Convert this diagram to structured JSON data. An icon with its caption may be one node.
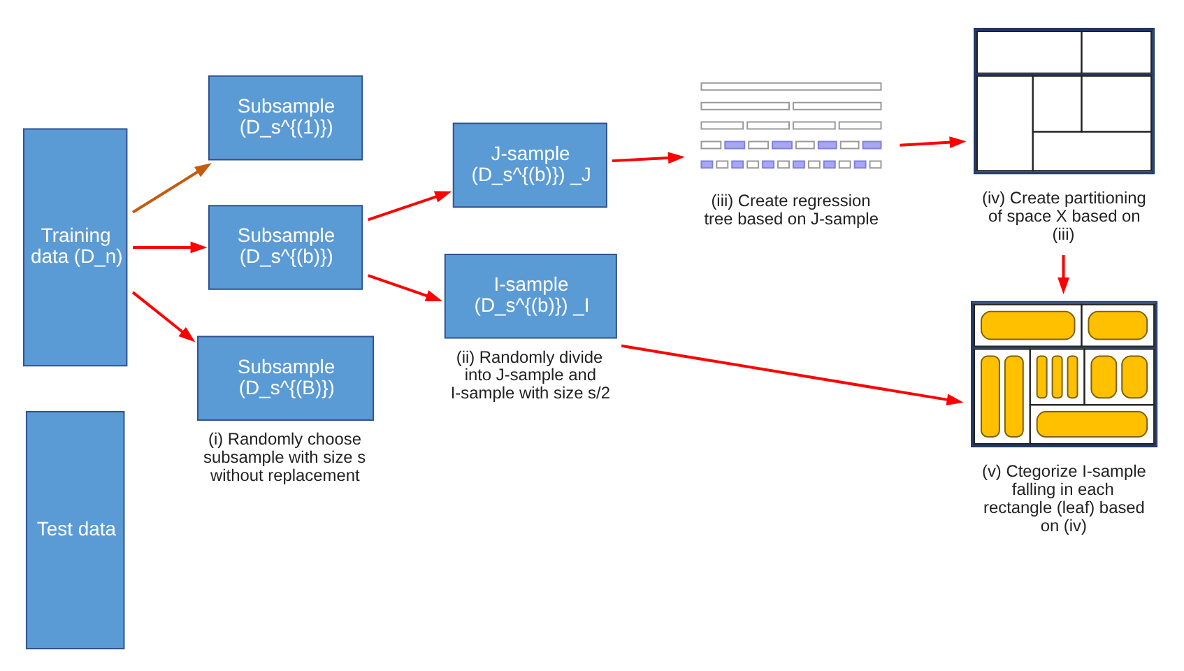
{
  "diagram": {
    "nodes": [
      {
        "text": [
          "Training data (D_n)"
        ]
      },
      {
        "text": [
          "Test data"
        ]
      },
      {
        "text": [
          "Subsample (D_s^{(1)})"
        ]
      },
      {
        "text": [
          "Subsample (D_s^{(b)})"
        ]
      },
      {
        "text": [
          "Subsample (D_s^{(B)})"
        ],
        "beside": [
          "(i) Randomly choose subsample with size s without replacement"
        ]
      },
      {
        "text": [
          "J-sample (D_s^{(b)}) _J"
        ]
      },
      {
        "text": [
          "I-sample (D_s^{(b)}) _I"
        ],
        "beside": [
          "(ii) Randomly divide into J-sample and I-sample with size s/2"
        ]
      },
      {
        "text": [],
        "shape": "picture",
        "beside": [
          "(iii) Create regression tree based on J-sample"
        ]
      },
      {
        "text": [],
        "shape": "picture",
        "beside": [
          "(iv) Create partitioning of space X based on (iii)"
        ]
      },
      {
        "text": [],
        "shape": "picture",
        "beside": [
          "(v) Ctegorize I-sample falling in each rectangle (leaf) based on (iv)"
        ]
      }
    ],
    "edges": [
      {
        "from": 0,
        "to": 2,
        "arrow": "to",
        "color": "#c55a11"
      },
      {
        "from": 0,
        "to": 3,
        "arrow": "to"
      },
      {
        "from": 0,
        "to": 4,
        "arrow": "to"
      },
      {
        "from": 3,
        "to": 5,
        "arrow": "to"
      },
      {
        "from": 3,
        "to": 6,
        "arrow": "to"
      },
      {
        "from": 5,
        "to": 7,
        "arrow": "to"
      },
      {
        "from": 7,
        "to": 8,
        "arrow": "to"
      },
      {
        "from": 8,
        "to": 9,
        "arrow": "to"
      },
      {
        "from": 6,
        "to": 9,
        "arrow": "to"
      }
    ]
  }
}
